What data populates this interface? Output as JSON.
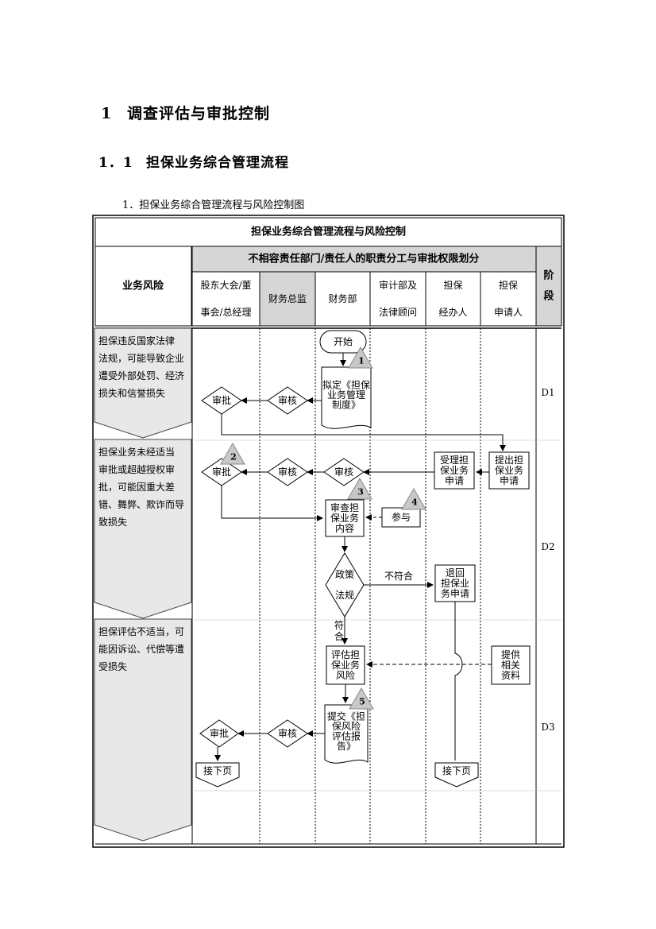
{
  "headings": {
    "h1_num": "1",
    "h1_text": "调查评估与审批控制",
    "h2_num": "1．1",
    "h2_text": "担保业务综合管理流程",
    "caption": "1．担保业务综合管理流程与风险控制图"
  },
  "table": {
    "title": "担保业务综合管理流程与风险控制",
    "risk_header": "业务风险",
    "division_header": "不相容责任部门/责任人的职责分工与审批权限划分",
    "stage_header": [
      "阶",
      "段"
    ],
    "columns": [
      [
        "股东大会/董",
        "事会/总经理"
      ],
      [
        "财务总监"
      ],
      [
        "财务部"
      ],
      [
        "审计部及",
        "法律顾问"
      ],
      [
        "担保",
        "经办人"
      ],
      [
        "担保",
        "申请人"
      ]
    ],
    "risks": [
      [
        "担保违反国家法律",
        "法规，可能导致企业",
        "遭受外部处罚、经济",
        "损失和信誉损失"
      ],
      [
        "担保业务未经适当",
        "审批或超越授权审",
        "批，可能因重大差",
        "错、舞弊、欺诈而导",
        "致损失"
      ],
      [
        "担保评估不适当，可",
        "能因诉讼、代偿等遭",
        "受损失"
      ]
    ],
    "stages": [
      "D1",
      "D2",
      "D3"
    ]
  },
  "nodes": {
    "start": "开始",
    "draft": [
      "拟定《担保",
      "业务管理",
      "制度》"
    ],
    "review": "审核",
    "approve": "审批",
    "apply": [
      "提出担",
      "保业务",
      "申请"
    ],
    "accept": [
      "受理担",
      "保业务",
      "申请"
    ],
    "examine": [
      "审查担",
      "保业务",
      "内容"
    ],
    "participate": "参与",
    "policy": [
      "政策",
      "法规"
    ],
    "not_comply": "不符合",
    "comply": [
      "符",
      "合"
    ],
    "reject": [
      "退回",
      "担保业",
      "务申请"
    ],
    "assess": [
      "评估担",
      "保业务",
      "风险"
    ],
    "provide": [
      "提供",
      "相关",
      "资料"
    ],
    "submit": [
      "提交《担",
      "保风险",
      "评估报",
      "告》"
    ],
    "continue": "接下页"
  },
  "control_points": [
    "1",
    "2",
    "3",
    "4",
    "5"
  ]
}
